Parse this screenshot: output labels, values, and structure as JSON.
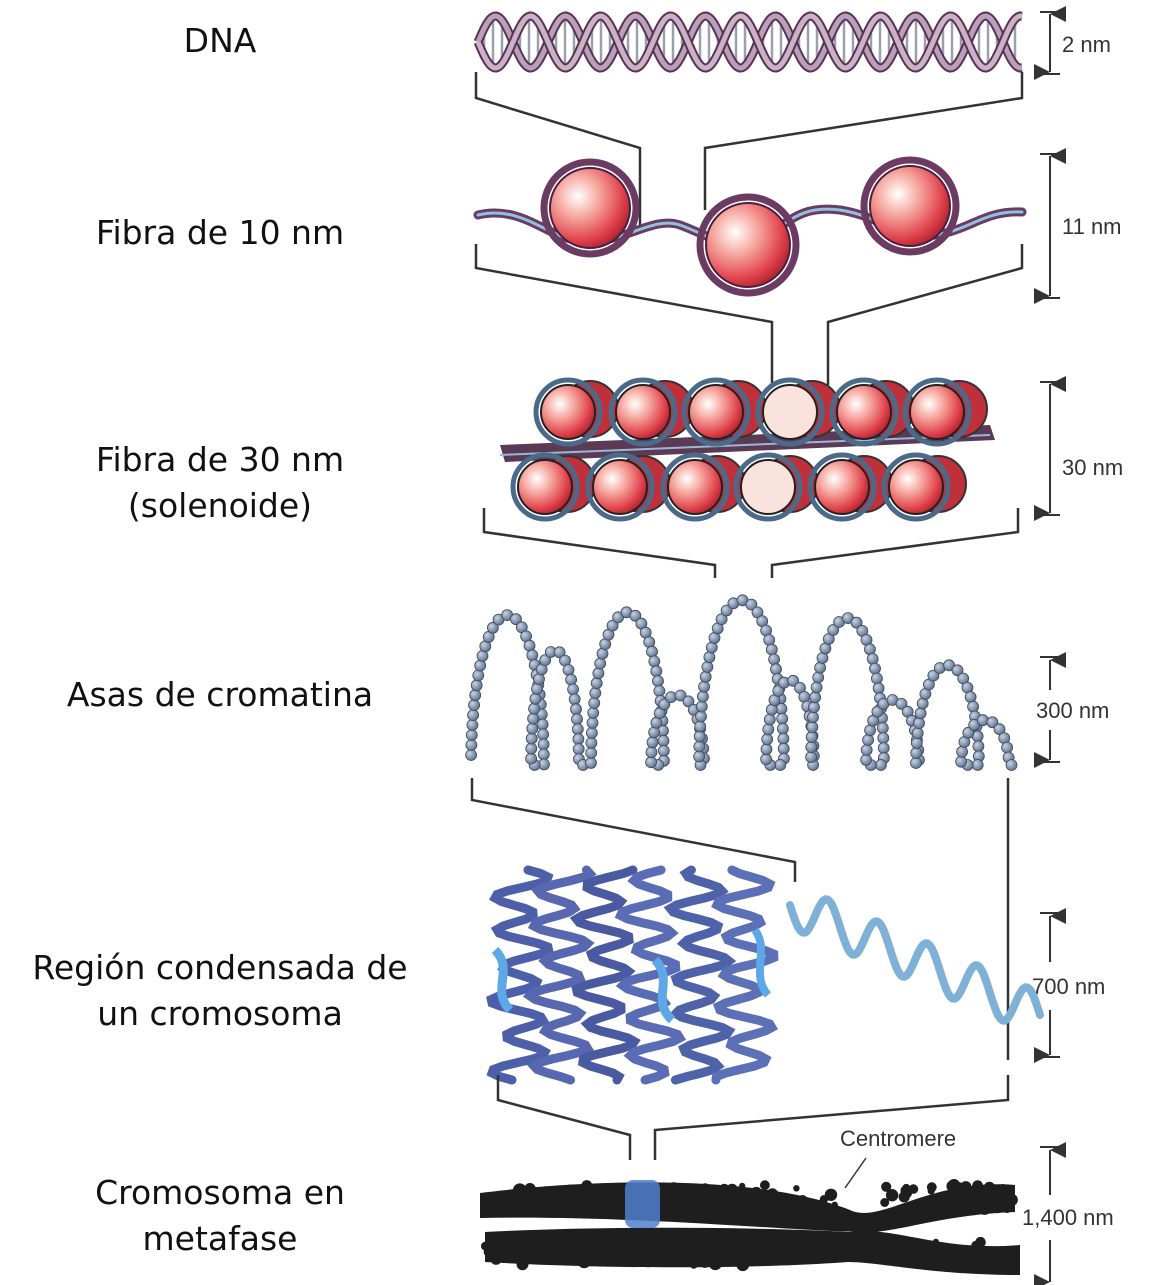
{
  "levels": [
    {
      "label": "DNA",
      "scale": "2 nm"
    },
    {
      "label": "Fibra de 10 nm",
      "scale": "11 nm"
    },
    {
      "label": "Fibra de 30 nm\n(solenoide)",
      "scale": "30 nm"
    },
    {
      "label": "Asas de cromatina",
      "scale": "300 nm"
    },
    {
      "label": "Región condensada de\nun cromosoma",
      "scale": "700 nm"
    },
    {
      "label": "Cromosoma en\nmetafase",
      "scale": "1,400 nm"
    }
  ],
  "centromere_label": "Centromere",
  "colors": {
    "dna_strand": "#8a5a7a",
    "histone": "#e0404a",
    "bead": "#7b8fa8",
    "condensed": "#5565a8",
    "chromosome": "#1e1e1e",
    "highlight": "#4f7fd0"
  }
}
